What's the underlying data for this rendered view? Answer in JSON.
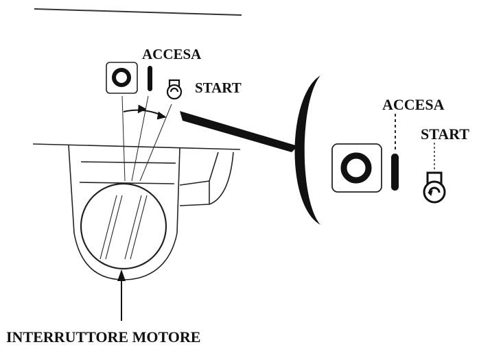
{
  "labels": {
    "small_on": "ACCESA",
    "small_start": "START",
    "large_on": "ACCESA",
    "large_start": "START",
    "switch_name": "INTERRUTTORE MOTORE"
  },
  "icons": {
    "off_position": "power-ring-icon",
    "on_position": "on-bar-icon",
    "start_position": "engine-start-icon"
  },
  "colors": {
    "ink": "#111111",
    "background": "#ffffff",
    "line": "#333333"
  }
}
